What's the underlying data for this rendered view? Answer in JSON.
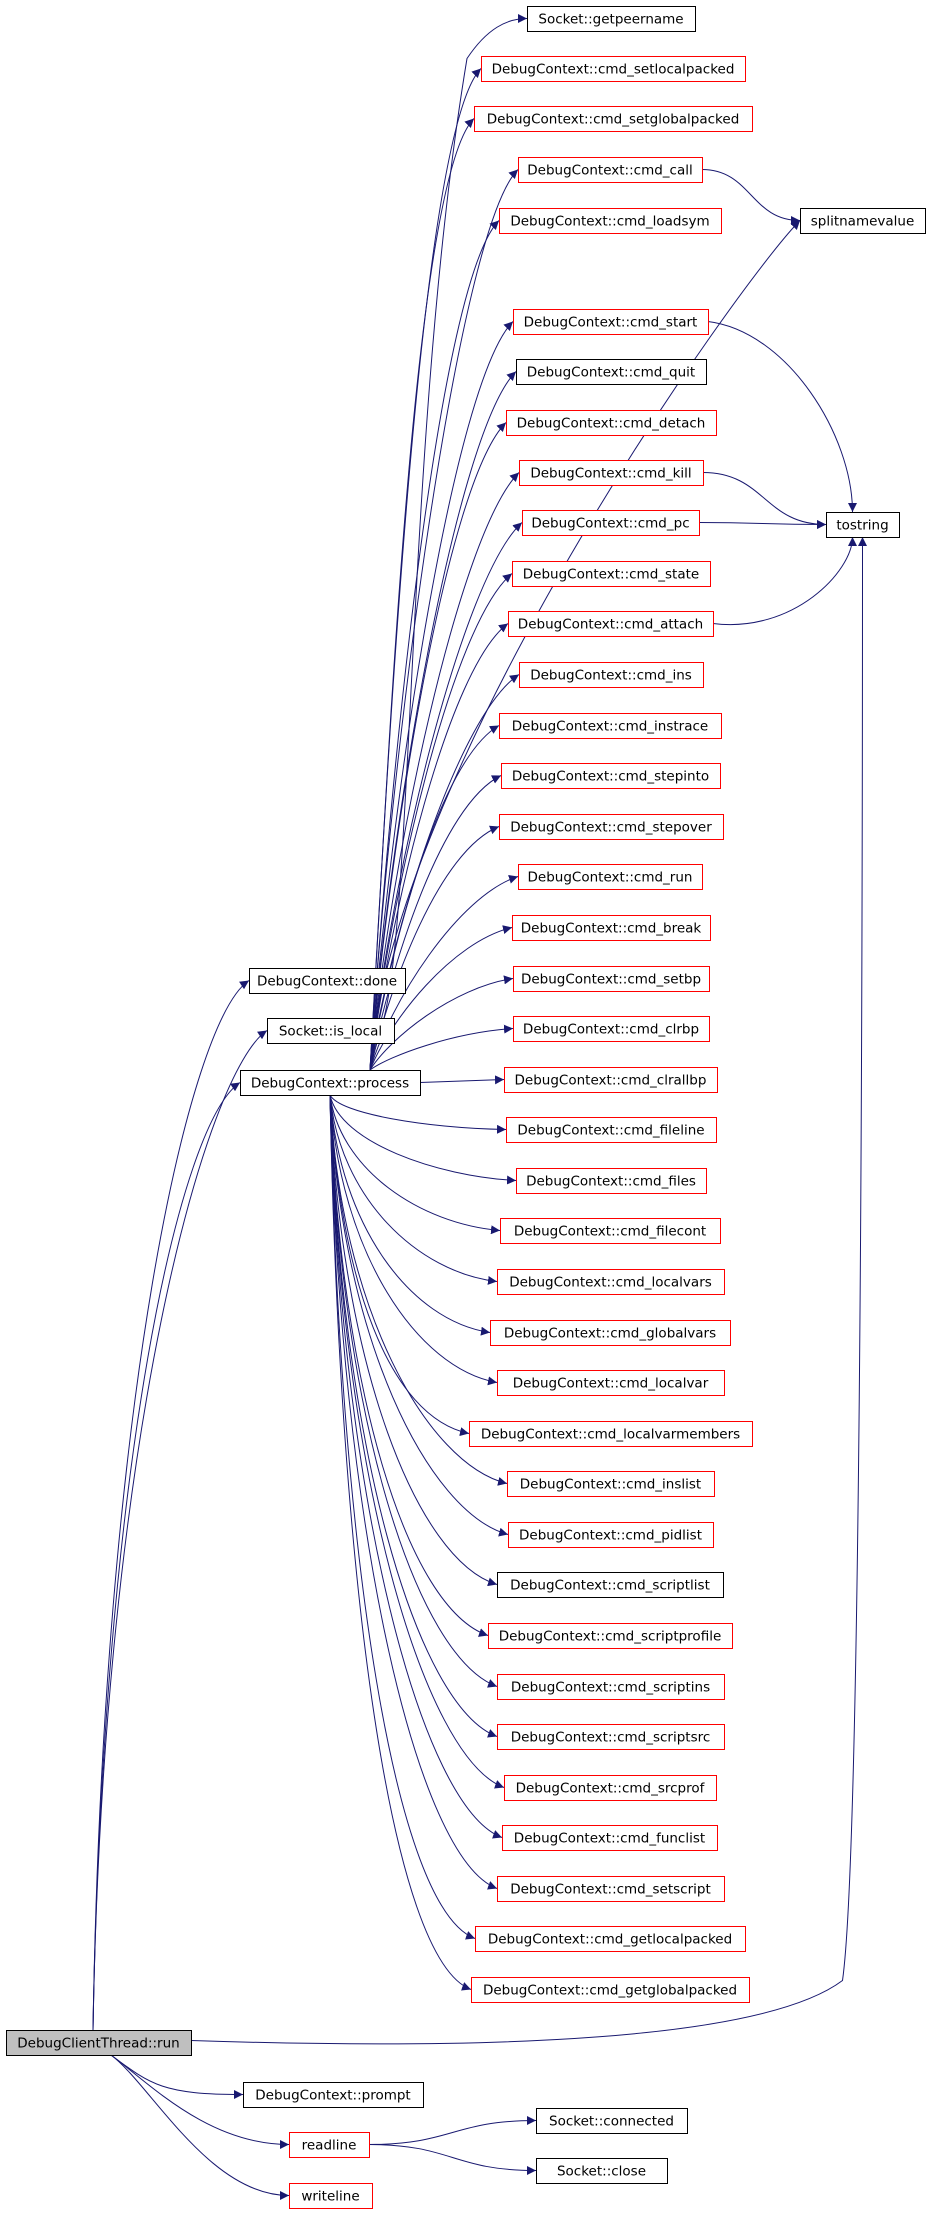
{
  "graph": {
    "root": "DebugClientThread::run",
    "colors": {
      "edge": "#191970",
      "root_fill": "#bfbfbf",
      "root_border": "#000000",
      "documented_border": "#ff0000",
      "external_border": "#000000",
      "node_fill": "#ffffff",
      "text": "#000000"
    },
    "nodes": {
      "run": {
        "label": "DebugClientThread::run",
        "style": "root"
      },
      "done": {
        "label": "DebugContext::done",
        "style": "black"
      },
      "is_local": {
        "label": "Socket::is_local",
        "style": "black"
      },
      "process": {
        "label": "DebugContext::process",
        "style": "black"
      },
      "prompt": {
        "label": "DebugContext::prompt",
        "style": "black"
      },
      "readline": {
        "label": "readline",
        "style": "red"
      },
      "writeline": {
        "label": "writeline",
        "style": "red"
      },
      "getpeername": {
        "label": "Socket::getpeername",
        "style": "black"
      },
      "setlocalpacked": {
        "label": "DebugContext::cmd_setlocalpacked",
        "style": "red"
      },
      "setglobalpacked": {
        "label": "DebugContext::cmd_setglobalpacked",
        "style": "red"
      },
      "call": {
        "label": "DebugContext::cmd_call",
        "style": "red"
      },
      "loadsym": {
        "label": "DebugContext::cmd_loadsym",
        "style": "red"
      },
      "start": {
        "label": "DebugContext::cmd_start",
        "style": "red"
      },
      "quit": {
        "label": "DebugContext::cmd_quit",
        "style": "black"
      },
      "detach": {
        "label": "DebugContext::cmd_detach",
        "style": "red"
      },
      "kill": {
        "label": "DebugContext::cmd_kill",
        "style": "red"
      },
      "pc": {
        "label": "DebugContext::cmd_pc",
        "style": "red"
      },
      "state": {
        "label": "DebugContext::cmd_state",
        "style": "red"
      },
      "attach": {
        "label": "DebugContext::cmd_attach",
        "style": "red"
      },
      "ins": {
        "label": "DebugContext::cmd_ins",
        "style": "red"
      },
      "instrace": {
        "label": "DebugContext::cmd_instrace",
        "style": "red"
      },
      "stepinto": {
        "label": "DebugContext::cmd_stepinto",
        "style": "red"
      },
      "stepover": {
        "label": "DebugContext::cmd_stepover",
        "style": "red"
      },
      "run_cmd": {
        "label": "DebugContext::cmd_run",
        "style": "red"
      },
      "break": {
        "label": "DebugContext::cmd_break",
        "style": "red"
      },
      "setbp": {
        "label": "DebugContext::cmd_setbp",
        "style": "red"
      },
      "clrbp": {
        "label": "DebugContext::cmd_clrbp",
        "style": "red"
      },
      "clrallbp": {
        "label": "DebugContext::cmd_clrallbp",
        "style": "red"
      },
      "fileline": {
        "label": "DebugContext::cmd_fileline",
        "style": "red"
      },
      "files": {
        "label": "DebugContext::cmd_files",
        "style": "red"
      },
      "filecont": {
        "label": "DebugContext::cmd_filecont",
        "style": "red"
      },
      "localvars": {
        "label": "DebugContext::cmd_localvars",
        "style": "red"
      },
      "globalvars": {
        "label": "DebugContext::cmd_globalvars",
        "style": "red"
      },
      "localvar": {
        "label": "DebugContext::cmd_localvar",
        "style": "red"
      },
      "localvarmembers": {
        "label": "DebugContext::cmd_localvarmembers",
        "style": "red"
      },
      "inslist": {
        "label": "DebugContext::cmd_inslist",
        "style": "red"
      },
      "pidlist": {
        "label": "DebugContext::cmd_pidlist",
        "style": "red"
      },
      "scriptlist": {
        "label": "DebugContext::cmd_scriptlist",
        "style": "black"
      },
      "scriptprofile": {
        "label": "DebugContext::cmd_scriptprofile",
        "style": "red"
      },
      "scriptins": {
        "label": "DebugContext::cmd_scriptins",
        "style": "red"
      },
      "scriptsrc": {
        "label": "DebugContext::cmd_scriptsrc",
        "style": "red"
      },
      "srcprof": {
        "label": "DebugContext::cmd_srcprof",
        "style": "red"
      },
      "funclist": {
        "label": "DebugContext::cmd_funclist",
        "style": "red"
      },
      "setscript": {
        "label": "DebugContext::cmd_setscript",
        "style": "red"
      },
      "getlocalpacked": {
        "label": "DebugContext::cmd_getlocalpacked",
        "style": "red"
      },
      "getglobalpacked": {
        "label": "DebugContext::cmd_getglobalpacked",
        "style": "red"
      },
      "splitnamevalue": {
        "label": "splitnamevalue",
        "style": "black"
      },
      "tostring": {
        "label": "tostring",
        "style": "black"
      },
      "connected": {
        "label": "Socket::connected",
        "style": "black"
      },
      "close": {
        "label": "Socket::close",
        "style": "black"
      }
    },
    "edges": [
      [
        "run",
        "done"
      ],
      [
        "run",
        "is_local"
      ],
      [
        "run",
        "process"
      ],
      [
        "run",
        "tostring"
      ],
      [
        "run",
        "prompt"
      ],
      [
        "run",
        "readline"
      ],
      [
        "run",
        "writeline"
      ],
      [
        "is_local",
        "getpeername"
      ],
      [
        "process",
        "setlocalpacked"
      ],
      [
        "process",
        "setglobalpacked"
      ],
      [
        "process",
        "call"
      ],
      [
        "process",
        "loadsym"
      ],
      [
        "process",
        "splitnamevalue"
      ],
      [
        "process",
        "start"
      ],
      [
        "process",
        "quit"
      ],
      [
        "process",
        "detach"
      ],
      [
        "process",
        "kill"
      ],
      [
        "process",
        "pc"
      ],
      [
        "process",
        "state"
      ],
      [
        "process",
        "attach"
      ],
      [
        "process",
        "ins"
      ],
      [
        "process",
        "instrace"
      ],
      [
        "process",
        "stepinto"
      ],
      [
        "process",
        "stepover"
      ],
      [
        "process",
        "run_cmd"
      ],
      [
        "process",
        "break"
      ],
      [
        "process",
        "setbp"
      ],
      [
        "process",
        "clrbp"
      ],
      [
        "process",
        "clrallbp"
      ],
      [
        "process",
        "fileline"
      ],
      [
        "process",
        "files"
      ],
      [
        "process",
        "filecont"
      ],
      [
        "process",
        "localvars"
      ],
      [
        "process",
        "globalvars"
      ],
      [
        "process",
        "localvar"
      ],
      [
        "process",
        "localvarmembers"
      ],
      [
        "process",
        "inslist"
      ],
      [
        "process",
        "pidlist"
      ],
      [
        "process",
        "scriptlist"
      ],
      [
        "process",
        "scriptprofile"
      ],
      [
        "process",
        "scriptins"
      ],
      [
        "process",
        "scriptsrc"
      ],
      [
        "process",
        "srcprof"
      ],
      [
        "process",
        "funclist"
      ],
      [
        "process",
        "setscript"
      ],
      [
        "process",
        "getlocalpacked"
      ],
      [
        "process",
        "getglobalpacked"
      ],
      [
        "call",
        "splitnamevalue"
      ],
      [
        "start",
        "tostring"
      ],
      [
        "kill",
        "tostring"
      ],
      [
        "pc",
        "tostring"
      ],
      [
        "attach",
        "tostring"
      ],
      [
        "readline",
        "connected"
      ],
      [
        "readline",
        "close"
      ]
    ]
  }
}
